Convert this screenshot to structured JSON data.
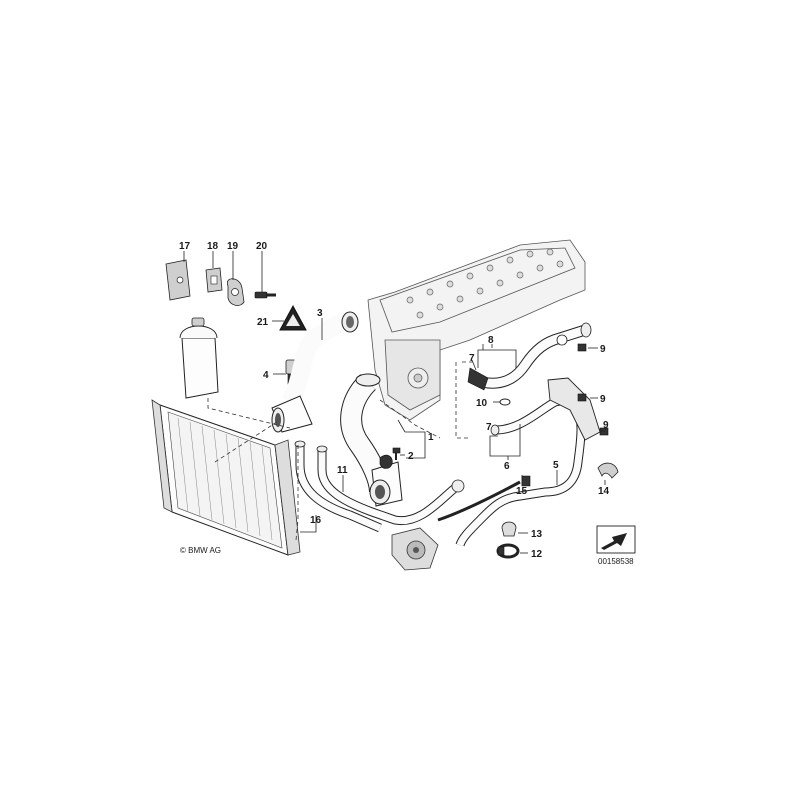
{
  "diagram": {
    "callouts": [
      {
        "id": "c17",
        "text": "17"
      },
      {
        "id": "c18",
        "text": "18"
      },
      {
        "id": "c19",
        "text": "19"
      },
      {
        "id": "c20",
        "text": "20"
      },
      {
        "id": "c21",
        "text": "21"
      },
      {
        "id": "c3",
        "text": "3"
      },
      {
        "id": "c4",
        "text": "4"
      },
      {
        "id": "c8",
        "text": "8"
      },
      {
        "id": "c7a",
        "text": "7"
      },
      {
        "id": "c9a",
        "text": "9"
      },
      {
        "id": "c10",
        "text": "10"
      },
      {
        "id": "c9b",
        "text": "9"
      },
      {
        "id": "c9c",
        "text": "9"
      },
      {
        "id": "c1",
        "text": "1"
      },
      {
        "id": "c7b",
        "text": "7"
      },
      {
        "id": "c2",
        "text": "2"
      },
      {
        "id": "c6",
        "text": "6"
      },
      {
        "id": "c5",
        "text": "5"
      },
      {
        "id": "c11",
        "text": "11"
      },
      {
        "id": "c15",
        "text": "15"
      },
      {
        "id": "c14",
        "text": "14"
      },
      {
        "id": "c16",
        "text": "16"
      },
      {
        "id": "c13",
        "text": "13"
      },
      {
        "id": "c12",
        "text": "12"
      }
    ],
    "copyright": "© BMW AG",
    "drawing_number": "00158538"
  }
}
